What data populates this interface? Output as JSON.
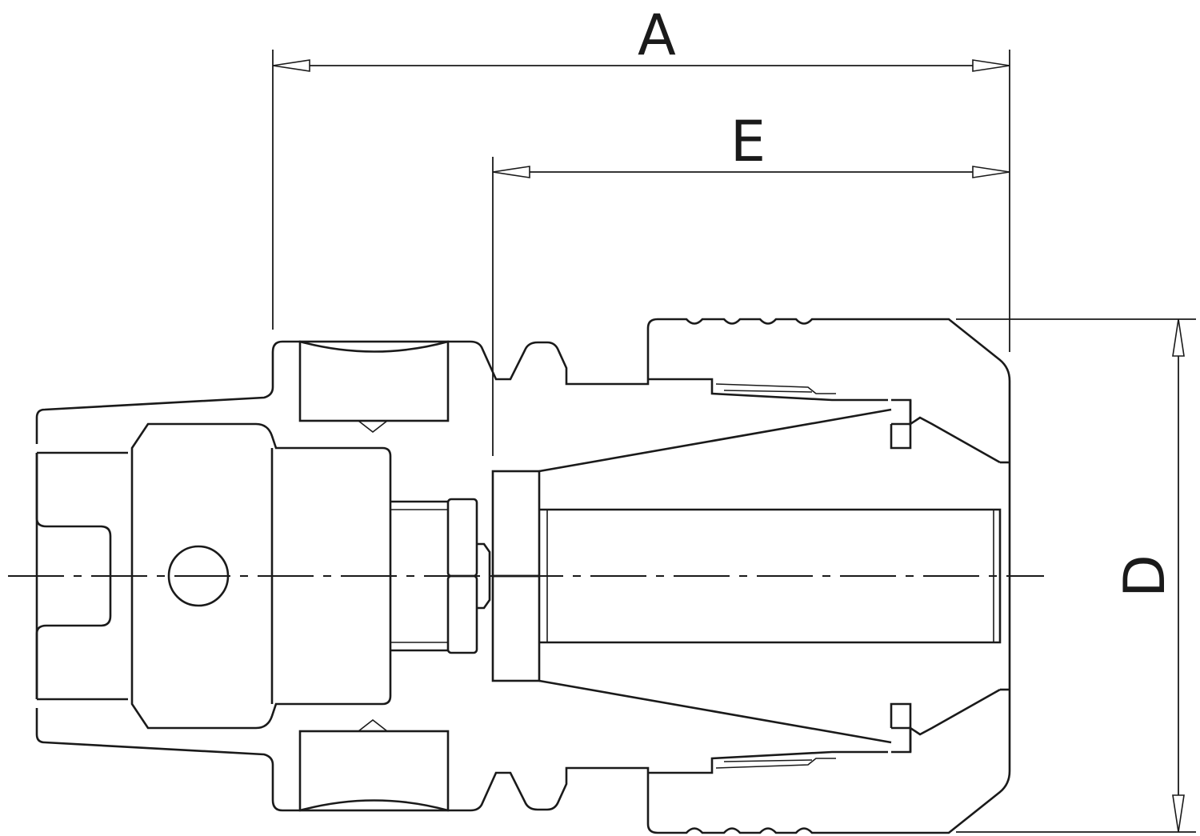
{
  "dimensions": {
    "overall_length": "A",
    "protrusion_length": "E",
    "nut_diameter": "D"
  },
  "icon": "collet-chuck-holder-drawing"
}
